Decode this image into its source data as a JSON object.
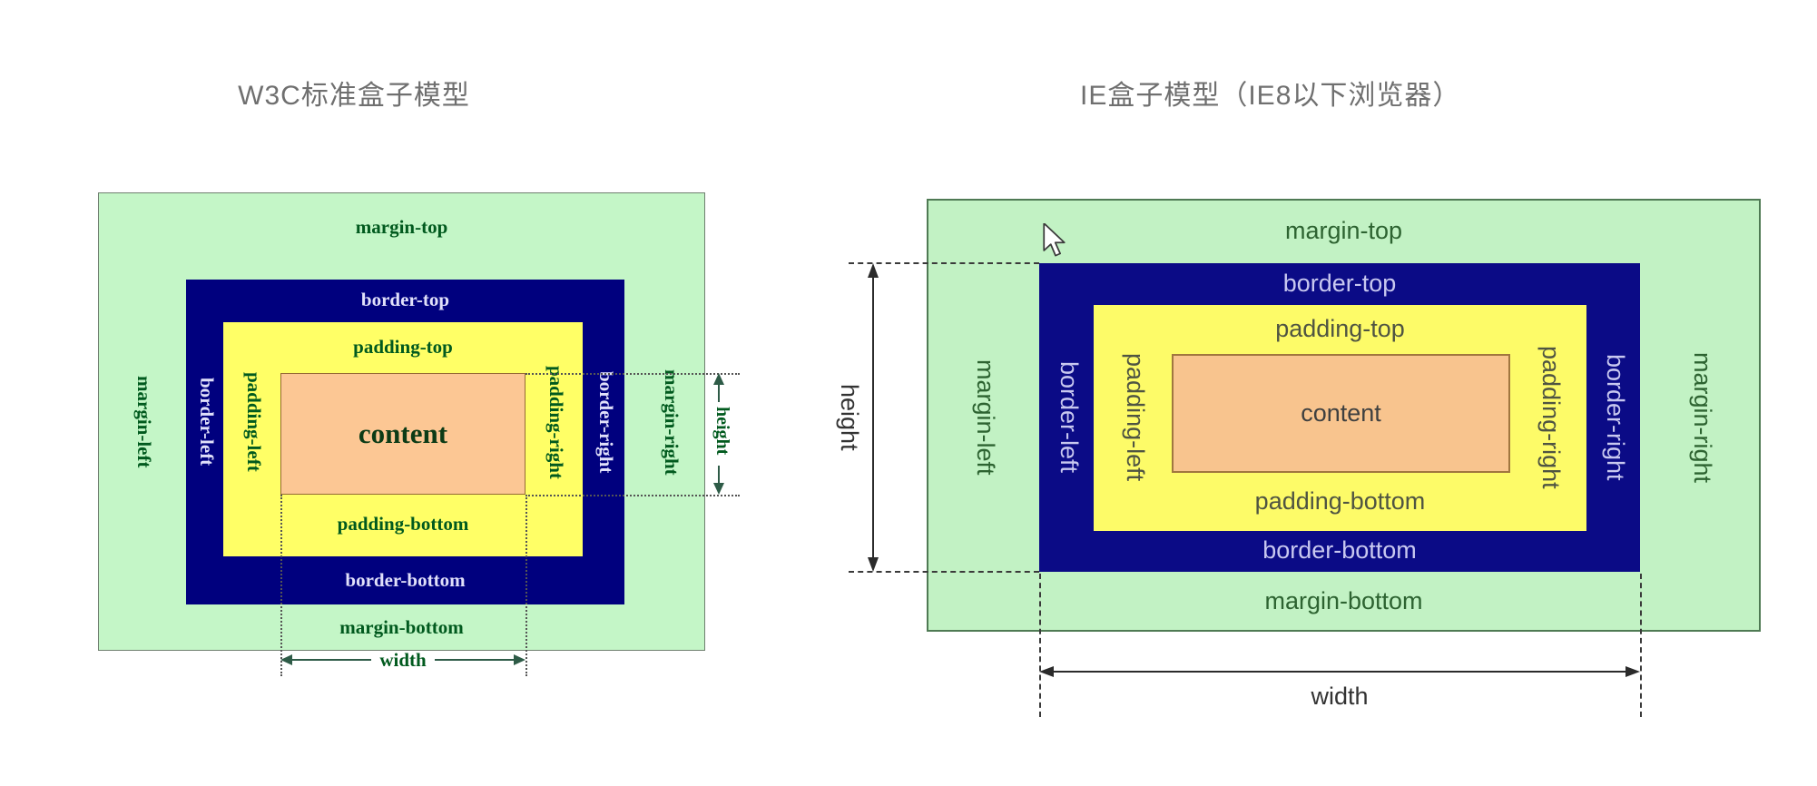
{
  "titles": {
    "w3c": "W3C标准盒子模型",
    "ie": "IE盒子模型（IE8以下浏览器）"
  },
  "w3c": {
    "labels": {
      "margin_top": "margin-top",
      "border_top": "border-top",
      "padding_top": "padding-top",
      "content": "content",
      "padding_bottom": "padding-bottom",
      "border_bottom": "border-bottom",
      "margin_bottom": "margin-bottom",
      "margin_left": "margin-left",
      "border_left": "border-left",
      "padding_left": "padding-left",
      "padding_right": "padding-right",
      "border_right": "border-right",
      "margin_right": "margin-right",
      "width": "width",
      "height": "height"
    },
    "colors": {
      "margin_bg": "#c4f6c7",
      "border_bg": "#00007e",
      "padding_bg": "#ffff66",
      "content_bg": "#fcc794",
      "label_green": "#015a1e",
      "label_on_border": "#e0e0fa"
    }
  },
  "ie": {
    "labels": {
      "margin_top": "margin-top",
      "border_top": "border-top",
      "padding_top": "padding-top",
      "content": "content",
      "padding_bottom": "padding-bottom",
      "border_bottom": "border-bottom",
      "margin_bottom": "margin-bottom",
      "margin_left": "margin-left",
      "border_left": "border-left",
      "padding_left": "padding-left",
      "padding_right": "padding-right",
      "border_right": "border-right",
      "margin_right": "margin-right",
      "width": "width",
      "height": "height"
    },
    "colors": {
      "margin_bg": "#c2f2c4",
      "border_bg": "#0b0b86",
      "padding_bg": "#fdfb68",
      "content_bg": "#f8c48e",
      "label_green": "#2d6331",
      "label_on_border": "#c8c8f0"
    }
  },
  "icons": {
    "cursor": "mouse-pointer-icon"
  },
  "title_color": "#6f6f6f"
}
